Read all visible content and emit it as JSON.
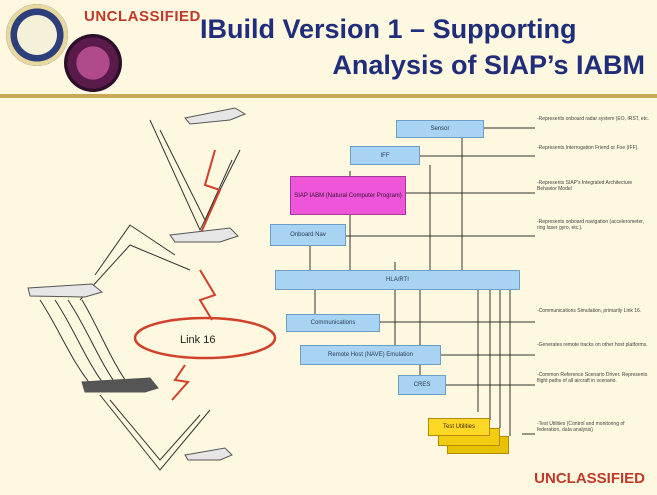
{
  "classification": {
    "top": "UNCLASSIFIED",
    "bottom": "UNCLASSIFIED"
  },
  "title": {
    "line1": "IBuild Version 1 – Supporting",
    "line2": "Analysis of SIAP’s IABM"
  },
  "diagram": {
    "link_label": "Link 16",
    "boxes": {
      "sensor": "Sensor",
      "iff": "IFF",
      "siap_iabm": "SIAP IABM (Natural Computer Program)",
      "onboard_nav": "Onboard Nav",
      "hla_rti": "HLA/RTI",
      "communications": "Communications",
      "remote_host": "Remote Host (NAVE) Emulation",
      "cres": "CRES",
      "test_utilities": "Test Utilities"
    },
    "notes": [
      "-Represents onboard radar system (EO, IRST, etc.",
      "-Represents Interrogation Friend or Foe (IFF).",
      "-Represents SIAP's Integrated Architecture Behavior Model",
      "-Represents onboard navigation (accelerometer, ring laser gyro, etc.).",
      "-Communications Simulation, primarily Link 16.",
      "-Generates remote tracks on other host platforms.",
      "-Common Reference Scenario Driver. Represents flight paths of all aircraft in scenario.",
      "-Test Utilities (Control and monitoring of federation, data analysis)"
    ]
  }
}
